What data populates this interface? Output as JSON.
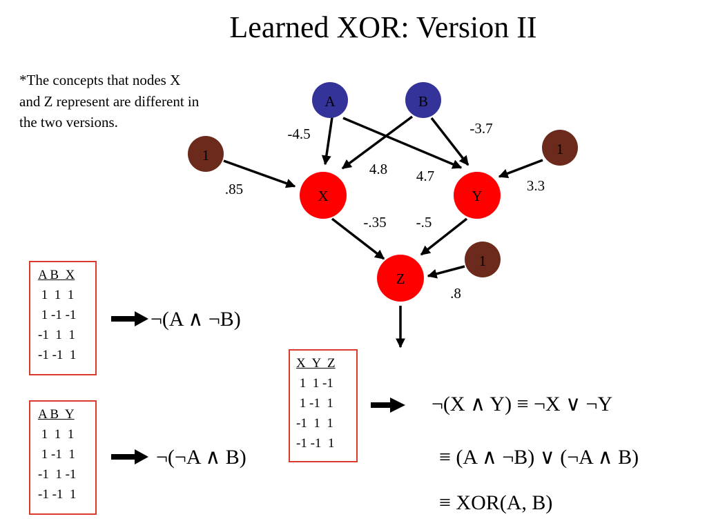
{
  "title": "Learned XOR: Version II",
  "note": "*The concepts that nodes X and Z represent are different in the two versions.",
  "colors": {
    "input": "#333399",
    "hidden": "#ff0000",
    "bias": "#6b2a1b",
    "table_border": "#d83a2e"
  },
  "nodes": {
    "a": "A",
    "b": "B",
    "x": "X",
    "y": "Y",
    "z": "Z",
    "bias_x": "1",
    "bias_y": "1",
    "bias_z": "1"
  },
  "weights": {
    "a_x": "-4.5",
    "b_y": "-3.7",
    "b_x": "4.8",
    "a_y": "4.7",
    "bias_x": ".85",
    "bias_y": "3.3",
    "x_z": "-.35",
    "y_z": "-.5",
    "bias_z": ".8"
  },
  "table_x": {
    "header": "A B  X",
    "rows": [
      " 1  1  1",
      " 1 -1 -1",
      "-1  1  1",
      "-1 -1  1"
    ]
  },
  "table_y": {
    "header": "A B  Y",
    "rows": [
      " 1  1  1",
      " 1 -1  1",
      "-1  1 -1",
      "-1 -1  1"
    ]
  },
  "table_z": {
    "header": "X  Y  Z",
    "rows": [
      " 1  1 -1",
      " 1 -1  1",
      "-1  1  1",
      "-1 -1  1"
    ]
  },
  "formula_x": "¬(A ∧ ¬B)",
  "formula_y": "¬(¬A ∧ B)",
  "formula_z1": "¬(X ∧ Y) ≡ ¬X ∨ ¬Y",
  "formula_z2": "≡ (A ∧ ¬B) ∨ (¬A ∧ B)",
  "formula_z3": "≡ XOR(A, B)"
}
